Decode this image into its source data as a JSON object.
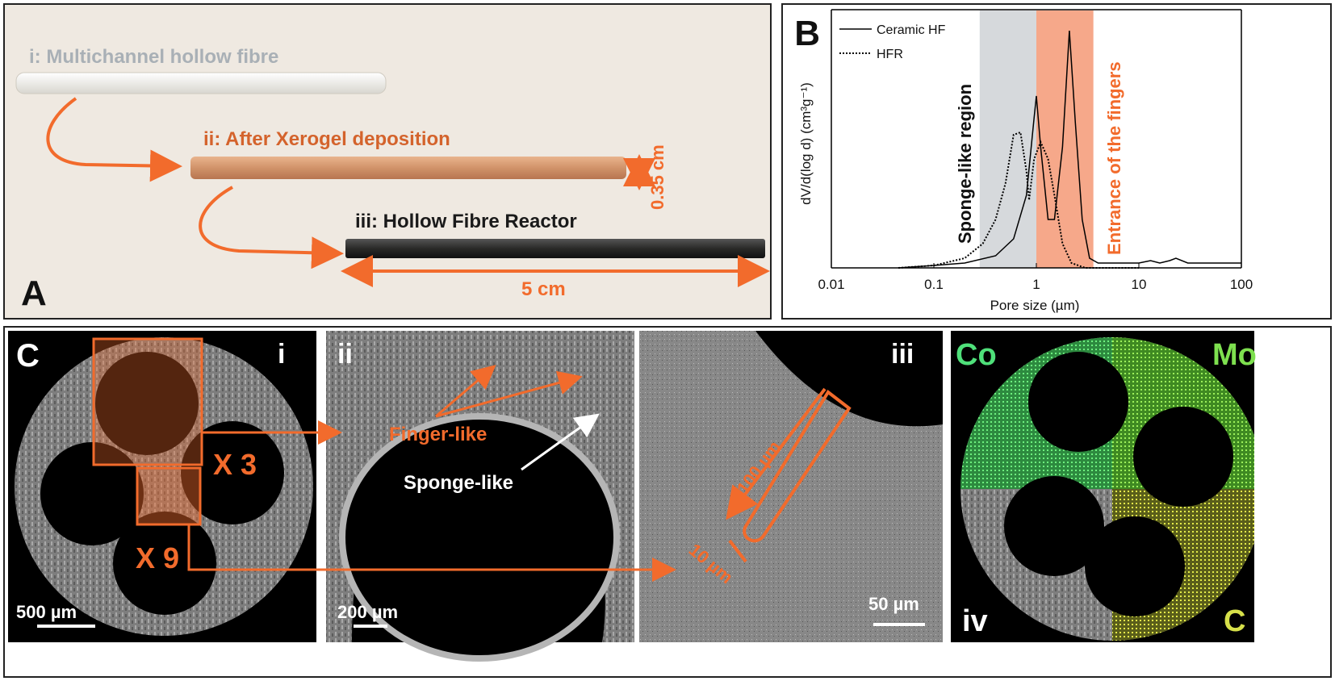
{
  "panelA": {
    "letter": "A",
    "label_i": "i: Multichannel hollow fibre",
    "label_ii": "ii: After Xerogel deposition",
    "label_iii": "iii: Hollow Fibre Reactor",
    "dim_diameter": "0.35 cm",
    "dim_length": "5 cm",
    "colors": {
      "background": "#efe9e1",
      "accent": "#f26b2c",
      "fibre_white": "#f4f1ea",
      "fibre_xerogel": "#d99a6c",
      "fibre_reactor": "#2a2a28"
    }
  },
  "panelB": {
    "letter": "B",
    "region_sponge": "Sponge-like region",
    "region_fingers": "Entrance of the fingers",
    "colors": {
      "sponge_region": "#d6d9dc",
      "fingers_region": "#f6a88a",
      "fingers_text": "#f26b2c"
    }
  },
  "panelC": {
    "letter": "C",
    "sub_i": "i",
    "sub_ii": "ii",
    "sub_iii": "iii",
    "sub_iv": "iv",
    "mag_x3": "X 3",
    "mag_x9": "X 9",
    "scalebar_i": "500 µm",
    "scalebar_ii": "200 µm",
    "scalebar_iii": "50 µm",
    "finger_like": "Finger-like",
    "sponge_like": "Sponge-like",
    "dim_100": "100 µm",
    "dim_10": "10 µm",
    "element_co": "Co",
    "element_mo": "Mo",
    "element_c": "C",
    "colors": {
      "accent": "#f26b2c",
      "co": "#4fe07a",
      "mo": "#7ee04f",
      "c": "#d6e04a",
      "sem_gray": "#8f8f8f"
    }
  },
  "chart_data": {
    "type": "line",
    "xscale": "log",
    "xlim": [
      0.01,
      100
    ],
    "xticks": [
      "0.01",
      "0.1",
      "1",
      "10",
      "100"
    ],
    "xlabel": "Pore size (µm)",
    "ylabel": "dV/d(log d) (cm³g⁻¹)",
    "shaded_regions": [
      {
        "name": "Sponge-like region",
        "x": [
          0.28,
          1.0
        ]
      },
      {
        "name": "Entrance of the fingers",
        "x": [
          1.0,
          3.6
        ]
      }
    ],
    "legend_position": "top-left",
    "series": [
      {
        "name": "Ceramic HF",
        "style": "solid",
        "x": [
          0.045,
          0.1,
          0.2,
          0.4,
          0.6,
          0.8,
          0.95,
          1.0,
          1.1,
          1.3,
          1.5,
          1.8,
          2.1,
          2.4,
          2.8,
          3.3,
          4,
          6,
          10,
          13,
          16,
          20,
          23,
          30,
          50,
          100
        ],
        "y": [
          0.0,
          0.01,
          0.02,
          0.05,
          0.12,
          0.3,
          0.62,
          0.71,
          0.5,
          0.2,
          0.2,
          0.5,
          0.98,
          0.6,
          0.2,
          0.04,
          0.02,
          0.02,
          0.02,
          0.03,
          0.02,
          0.03,
          0.04,
          0.02,
          0.02,
          0.02
        ]
      },
      {
        "name": "HFR",
        "style": "dotted",
        "x": [
          0.045,
          0.1,
          0.2,
          0.3,
          0.4,
          0.5,
          0.6,
          0.7,
          0.8,
          0.85,
          0.95,
          1.1,
          1.3,
          1.5,
          1.8,
          2.2,
          3,
          5,
          10
        ],
        "y": [
          0.0,
          0.01,
          0.04,
          0.1,
          0.2,
          0.35,
          0.55,
          0.56,
          0.4,
          0.28,
          0.45,
          0.52,
          0.45,
          0.3,
          0.1,
          0.02,
          0.0,
          0.0,
          0.0
        ]
      }
    ]
  }
}
